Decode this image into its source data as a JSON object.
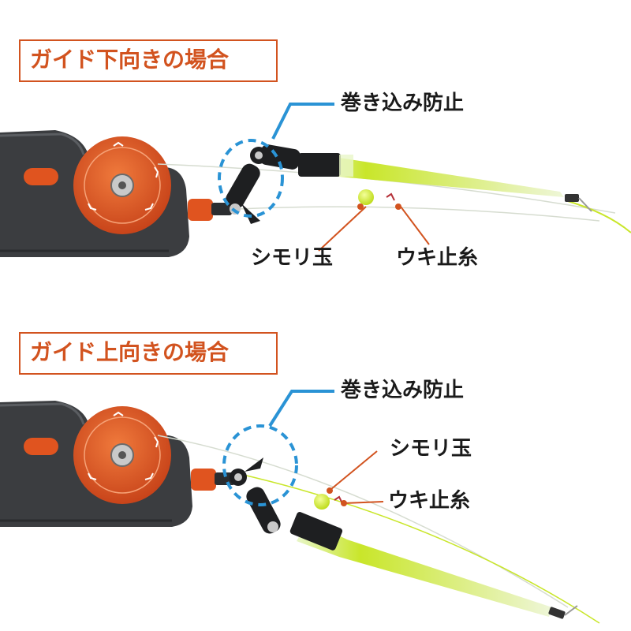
{
  "panels": {
    "top": {
      "title": "ガイド下向きの場合",
      "label_prevent": "巻き込み防止",
      "label_shimori": "シモリ玉",
      "label_stopper": "ウキ止糸"
    },
    "bottom": {
      "title": "ガイド上向きの場合",
      "label_prevent": "巻き込み防止",
      "label_shimori": "シモリ玉",
      "label_stopper": "ウキ止糸"
    }
  },
  "colors": {
    "accent": "#d2531f",
    "callout": "#2a93d5",
    "body": "#3b3d40",
    "spool": "#e0541f",
    "rod_tip": "#c9e62a",
    "bead": "#d7ef3a"
  }
}
